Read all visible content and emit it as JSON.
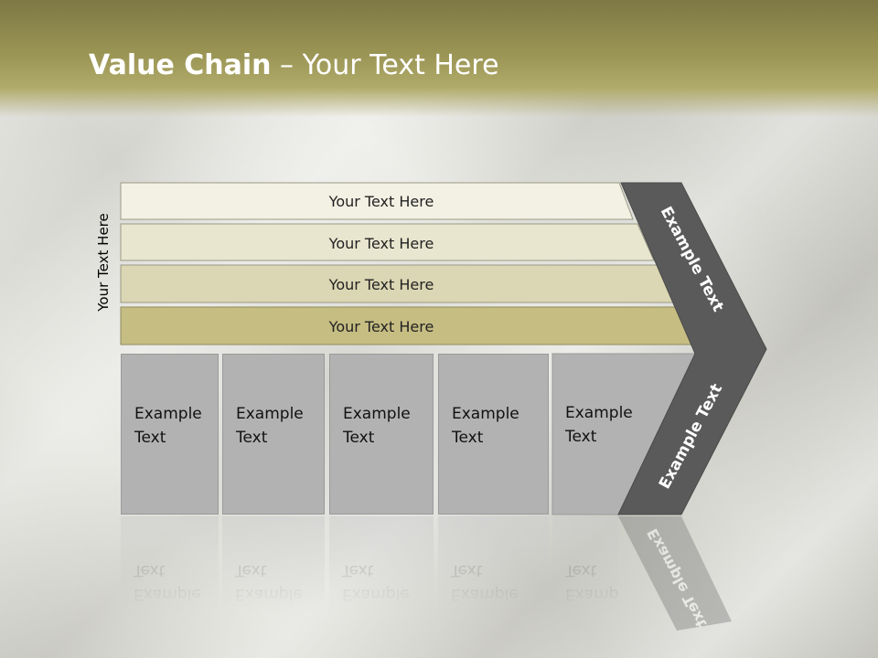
{
  "slide": {
    "title_bold": "Value Chain",
    "title_rest": " – Your Text Here",
    "side_label": "Your Text Here"
  },
  "support_bars": [
    {
      "label": "Your Text Here",
      "color": "#f3f1e4"
    },
    {
      "label": "Your Text Here",
      "color": "#e9e6cf"
    },
    {
      "label": "Your Text Here",
      "color": "#dbd6b3"
    },
    {
      "label": "Your Text Here",
      "color": "#c6bd83"
    }
  ],
  "primary_activities": [
    {
      "line1": "Example",
      "line2": "Text"
    },
    {
      "line1": "Example",
      "line2": "Text"
    },
    {
      "line1": "Example",
      "line2": "Text"
    },
    {
      "line1": "Example",
      "line2": "Text"
    },
    {
      "line1": "Example",
      "line2": "Text"
    }
  ],
  "margin_arrow": {
    "upper_label": "Example Text",
    "lower_label": "Example Text",
    "color": "#5a5a5a"
  },
  "colors": {
    "header": "#9a9454",
    "cell": "#b2b2b2"
  }
}
